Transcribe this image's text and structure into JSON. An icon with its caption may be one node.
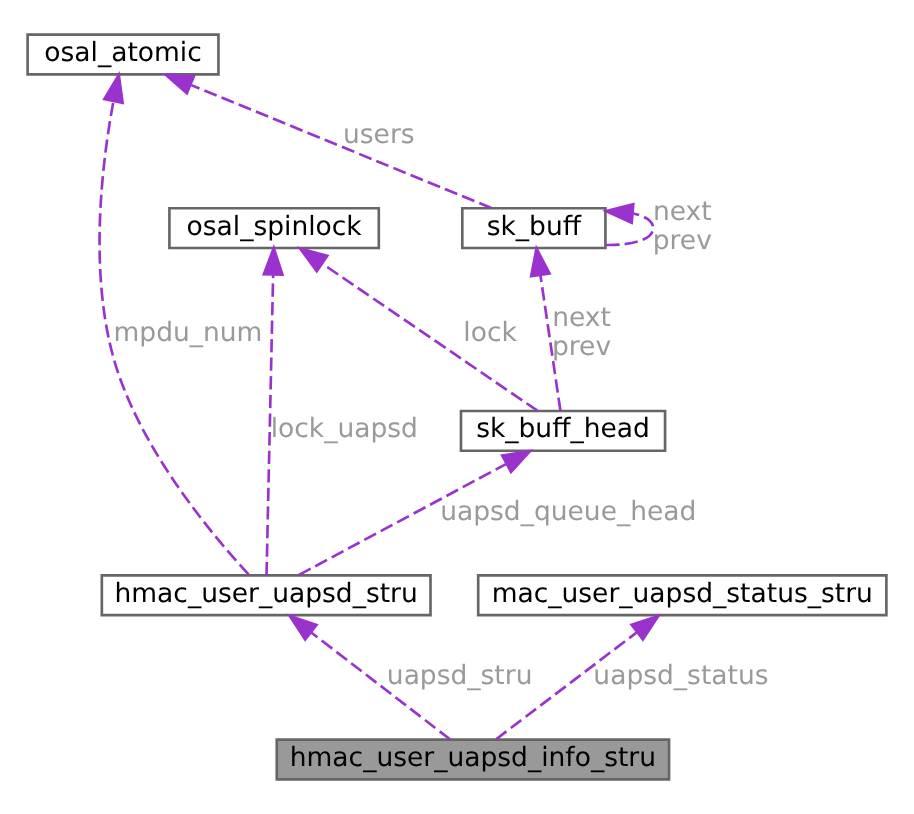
{
  "diagram": {
    "nodes": [
      {
        "text": [
          "osal_atomic"
        ]
      },
      {
        "text": [
          "osal_spinlock"
        ]
      },
      {
        "text": [
          "sk_buff"
        ]
      },
      {
        "text": [
          "sk_buff_head"
        ]
      },
      {
        "text": [
          "hmac_user_uapsd_stru"
        ]
      },
      {
        "text": [
          "mac_user_uapsd_status_stru"
        ]
      },
      {
        "text": [
          "hmac_user_uapsd_info_stru"
        ]
      }
    ],
    "edges": [
      {
        "from": 2,
        "to": 0,
        "arrow": "to",
        "label": "users",
        "style": "dashed"
      },
      {
        "from": 2,
        "to": 2,
        "arrow": "to",
        "label": "next prev",
        "style": "dashed"
      },
      {
        "from": 3,
        "to": 1,
        "arrow": "to",
        "label": "lock",
        "style": "dashed"
      },
      {
        "from": 3,
        "to": 2,
        "arrow": "to",
        "label": "next prev",
        "style": "dashed"
      },
      {
        "from": 4,
        "to": 0,
        "arrow": "to",
        "label": "mpdu_num",
        "style": "dashed"
      },
      {
        "from": 4,
        "to": 1,
        "arrow": "to",
        "label": "lock_uapsd",
        "style": "dashed"
      },
      {
        "from": 4,
        "to": 3,
        "arrow": "to",
        "label": "uapsd_queue_head",
        "style": "dashed"
      },
      {
        "from": 6,
        "to": 4,
        "arrow": "to",
        "label": "uapsd_stru",
        "style": "dashed"
      },
      {
        "from": 6,
        "to": 5,
        "arrow": "to",
        "label": "uapsd_status",
        "style": "dashed"
      }
    ]
  }
}
